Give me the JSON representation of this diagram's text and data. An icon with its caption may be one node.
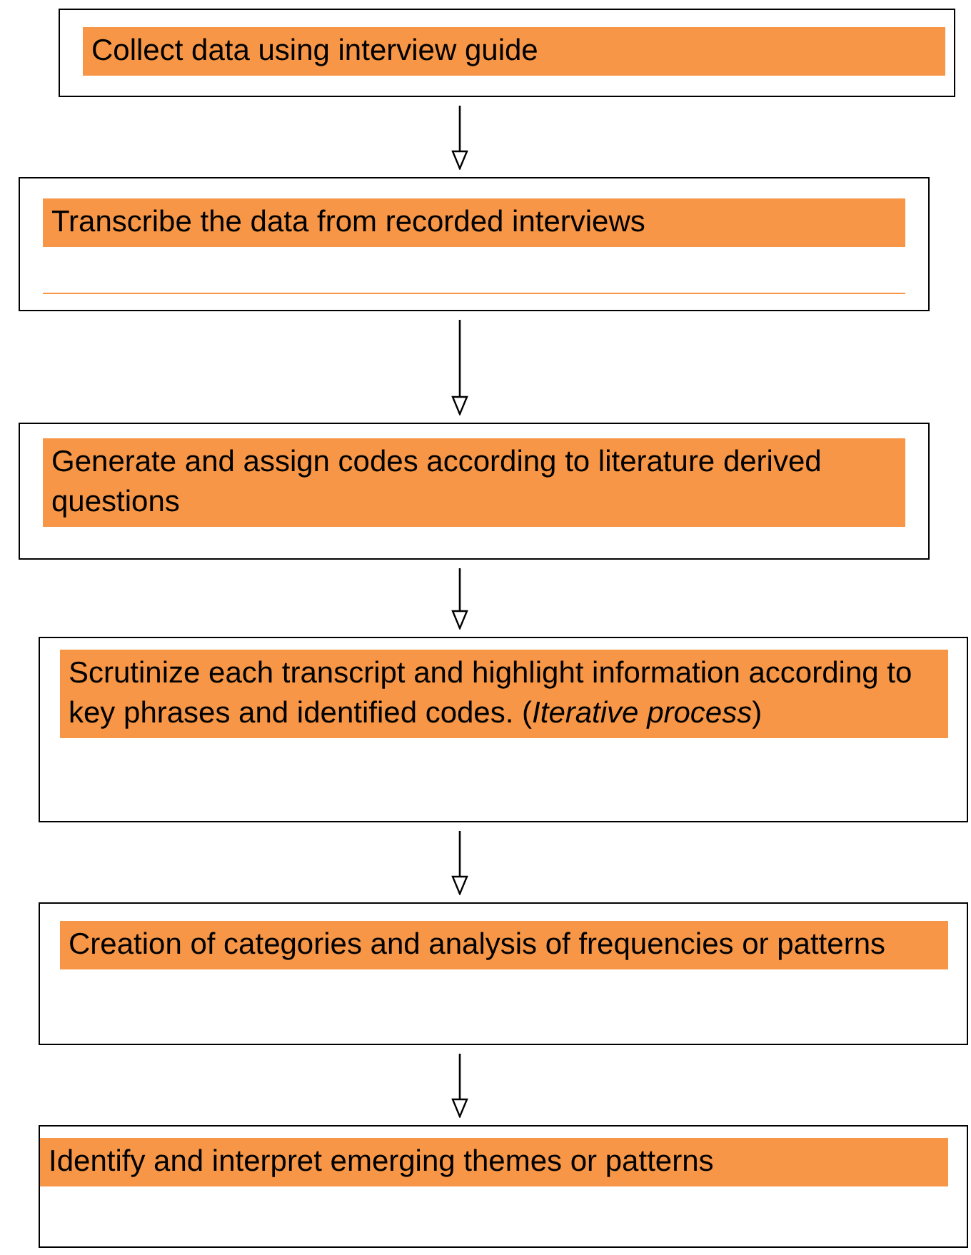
{
  "diagram": {
    "nodes": [
      {
        "text": [
          "Collect data using interview guide"
        ]
      },
      {
        "text": [
          "Transcribe the data from recorded interviews"
        ]
      },
      {
        "text": [
          "Generate and assign codes according to literature derived questions"
        ]
      },
      {
        "text": [
          "Scrutinize each transcript and highlight information according to key phrases and identified codes. (*Iterative process*)"
        ]
      },
      {
        "text": [
          "Creation of categories and analysis of frequencies or patterns"
        ]
      },
      {
        "text": [
          "Identify and interpret emerging themes or patterns"
        ]
      }
    ],
    "edges": [
      {
        "from": 0,
        "to": 1,
        "arrow": "to"
      },
      {
        "from": 1,
        "to": 2,
        "arrow": "to"
      },
      {
        "from": 2,
        "to": 3,
        "arrow": "to"
      },
      {
        "from": 3,
        "to": 4,
        "arrow": "to"
      },
      {
        "from": 4,
        "to": 5,
        "arrow": "to"
      }
    ]
  }
}
